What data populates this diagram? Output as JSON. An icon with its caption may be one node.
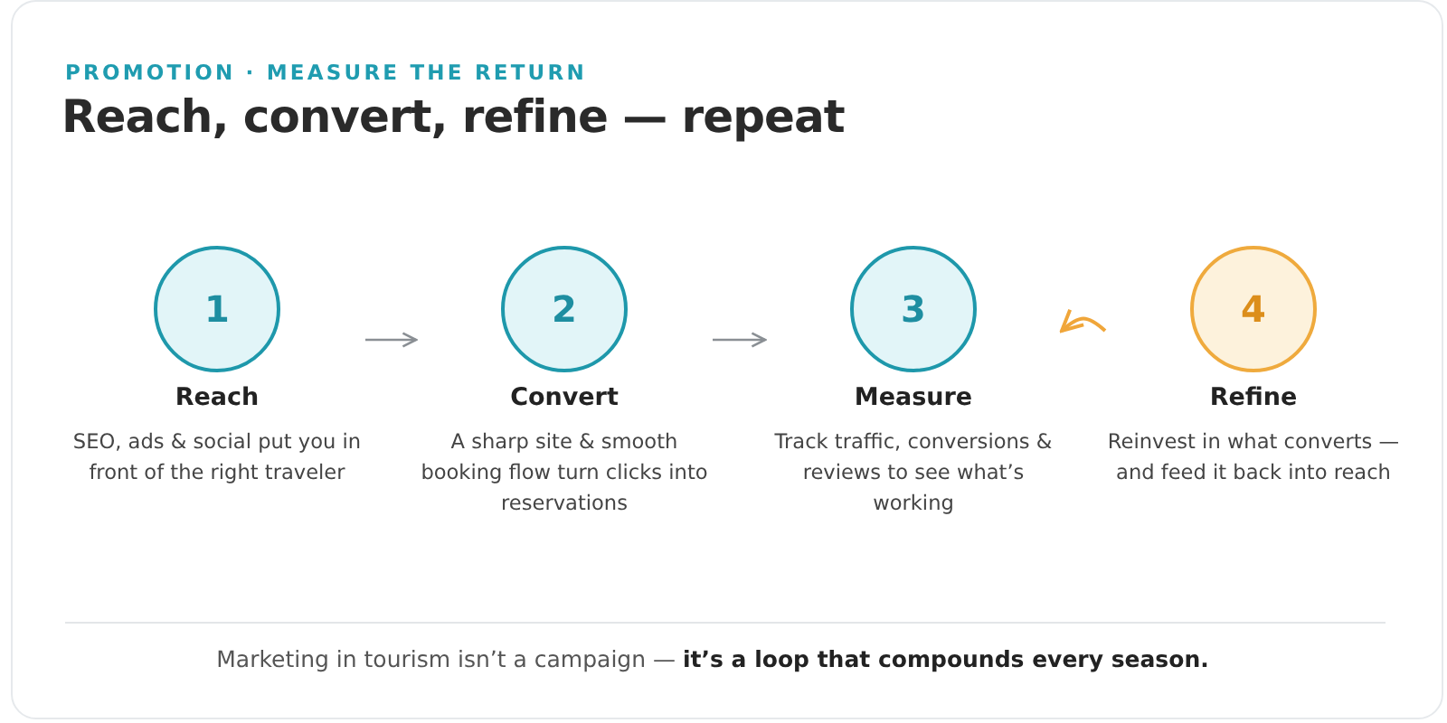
{
  "diagram": {
    "title": "Reach, convert, refine — repeat",
    "caption": "Marketing in tourism isn’t a campaign — **it’s a loop that compounds every season.**",
    "labels": [
      "PROMOTION · MEASURE THE RETURN"
    ],
    "nodes": [
      {
        "text": [
          "1",
          "Reach",
          "SEO, ads & social put you in front of the right traveler"
        ]
      },
      {
        "text": [
          "2",
          "Convert",
          "A sharp site & smooth booking flow turn clicks into reservations"
        ]
      },
      {
        "text": [
          "3",
          "Measure",
          "Track traffic, conversions & reviews to see what’s working"
        ]
      },
      {
        "text": [
          "4",
          "Refine",
          "Reinvest in what converts — and feed it back into reach"
        ]
      }
    ],
    "edges": [
      {
        "from": 0,
        "to": 1,
        "arrow": "to"
      },
      {
        "from": 1,
        "to": 2,
        "arrow": "to"
      },
      {
        "from": 3,
        "to": 2,
        "arrow": "to",
        "color": "#f0a63a"
      }
    ]
  }
}
